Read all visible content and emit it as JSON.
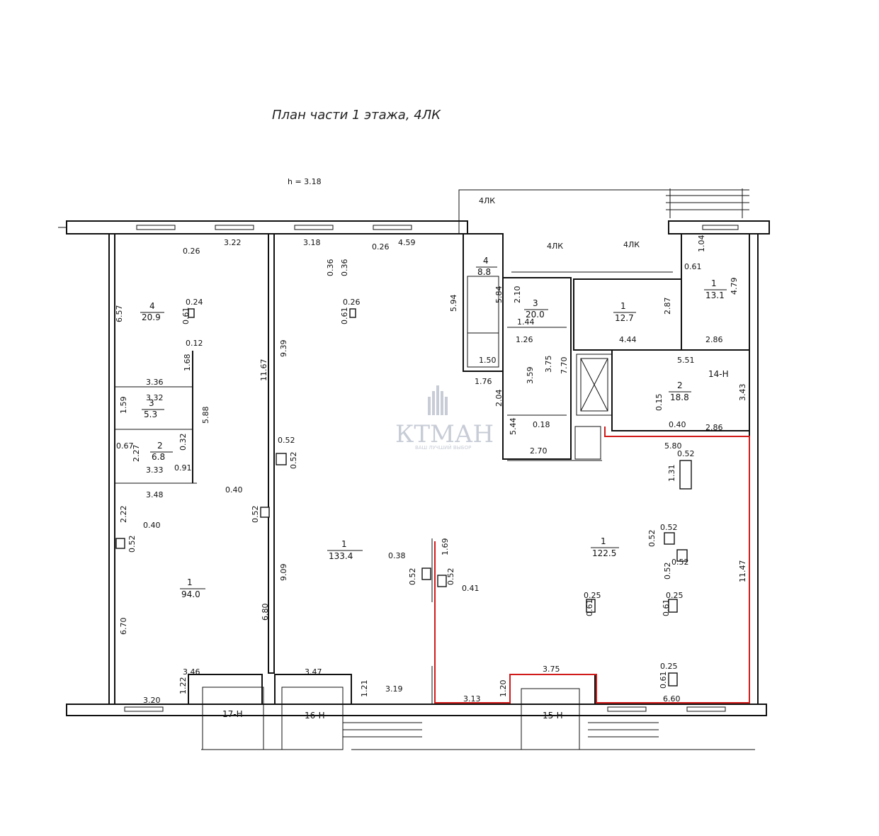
{
  "title": "План части 1 этажа, 4ЛК",
  "height_label": "h = 3.18",
  "stair_labels": [
    "4ЛК",
    "4ЛК",
    "4ЛК"
  ],
  "rooms": [
    {
      "num": "4",
      "area": "20.9"
    },
    {
      "num": "3",
      "area": "5.3"
    },
    {
      "num": "2",
      "area": "6.8"
    },
    {
      "num": "1",
      "area": "94.0"
    },
    {
      "num": "1",
      "area": "133.4"
    },
    {
      "num": "4",
      "area": "8.8"
    },
    {
      "num": "3",
      "area": "20.0"
    },
    {
      "num": "1",
      "area": "12.7"
    },
    {
      "num": "1",
      "area": "13.1"
    },
    {
      "num": "2",
      "area": "18.8"
    },
    {
      "num": "1",
      "area": "122.5"
    }
  ],
  "unit_labels": [
    "17-Н",
    "16-Н",
    "15-Н",
    "14-Н"
  ],
  "dimensions": [
    "0.26",
    "3.22",
    "3.18",
    "0.36",
    "0.26",
    "4.59",
    "0.36",
    "6.57",
    "0.61",
    "0.24",
    "0.61",
    "0.26",
    "0.12",
    "1.68",
    "5.94",
    "5.84",
    "2.10",
    "1.44",
    "1.26",
    "3.75",
    "7.70",
    "3.59",
    "1.50",
    "1.76",
    "2.04",
    "5.44",
    "0.18",
    "2.70",
    "1.04",
    "0.61",
    "4.79",
    "2.87",
    "4.44",
    "2.86",
    "5.51",
    "3.43",
    "0.15",
    "0.40",
    "2.86",
    "3.36",
    "3.32",
    "1.59",
    "5.88",
    "0.67",
    "0.32",
    "2.27",
    "3.33",
    "0.91",
    "11.67",
    "9.39",
    "0.52",
    "0.52",
    "3.48",
    "0.40",
    "2.22",
    "0.40",
    "0.52",
    "0.52",
    "9.09",
    "6.80",
    "6.70",
    "0.38",
    "1.69",
    "0.52",
    "0.52",
    "0.41",
    "5.80",
    "0.52",
    "1.31",
    "0.52",
    "0.52",
    "0.52",
    "0.52",
    "11.47",
    "0.25",
    "0.61",
    "0.25",
    "0.61",
    "0.25",
    "0.61",
    "3.46",
    "3.47",
    "3.75",
    "1.22",
    "1.21",
    "3.19",
    "3.13",
    "1.20",
    "3.20",
    "6.60"
  ],
  "watermark": {
    "text": "КТМАН",
    "sub": "ВАШ ЛУЧШИЙ ВЫБОР"
  }
}
